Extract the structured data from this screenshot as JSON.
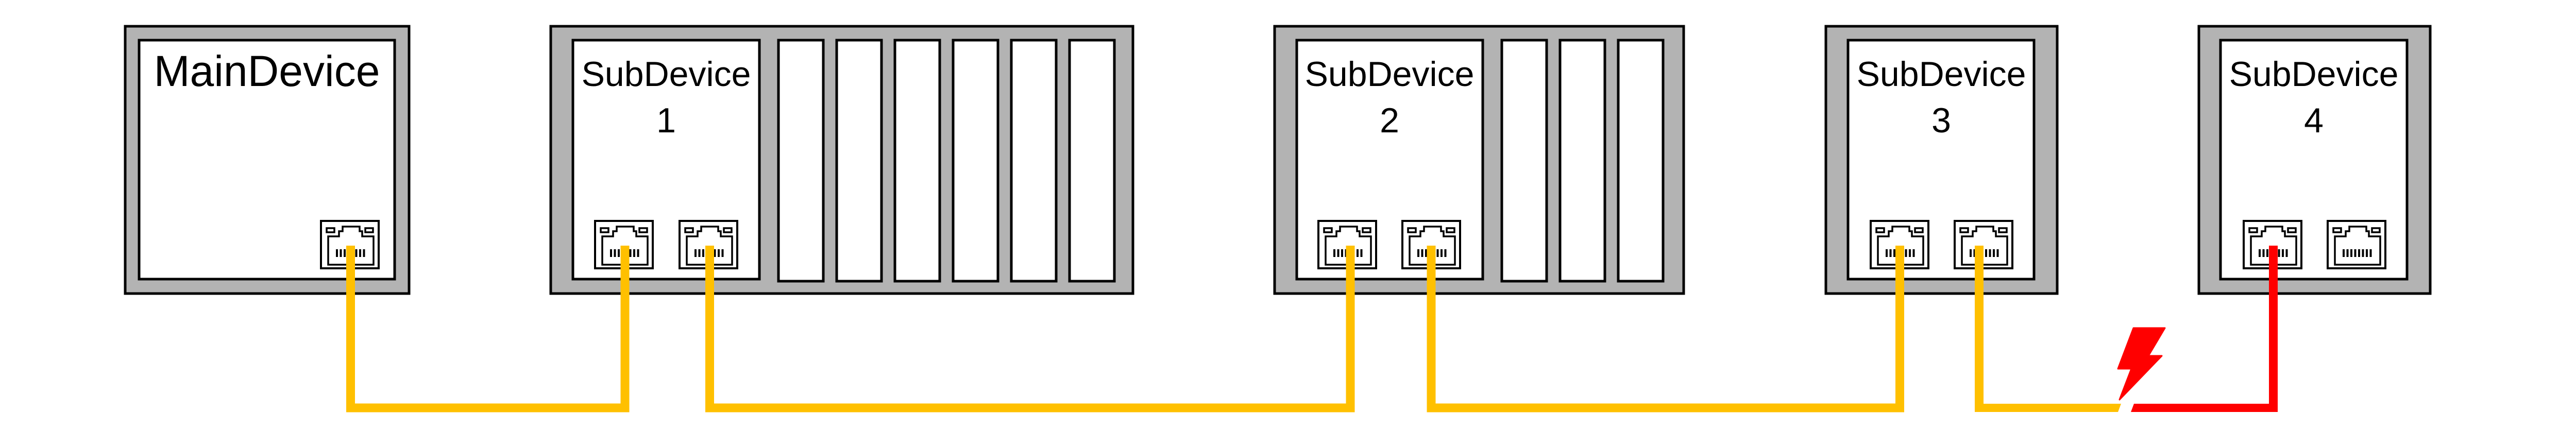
{
  "diagram": {
    "title": "",
    "colors": {
      "housing": "#b3b3b3",
      "outline": "#000000",
      "cable_ok": "#ffc000",
      "cable_fault": "#ff0000",
      "fault_icon": "#ff0000"
    },
    "devices": [
      {
        "id": "main",
        "label_line1": "MainDevice",
        "label_line2": "",
        "ports": 1,
        "expansion_slots": 0
      },
      {
        "id": "sub1",
        "label_line1": "SubDevice",
        "label_line2": "1",
        "ports": 2,
        "expansion_slots": 6
      },
      {
        "id": "sub2",
        "label_line1": "SubDevice",
        "label_line2": "2",
        "ports": 2,
        "expansion_slots": 3
      },
      {
        "id": "sub3",
        "label_line1": "SubDevice",
        "label_line2": "3",
        "ports": 2,
        "expansion_slots": 0
      },
      {
        "id": "sub4",
        "label_line1": "SubDevice",
        "label_line2": "4",
        "ports": 2,
        "expansion_slots": 0
      }
    ],
    "connections": [
      {
        "from": "MainDevice port 1",
        "to": "SubDevice 1 port 1",
        "status": "ok"
      },
      {
        "from": "SubDevice 1 port 2",
        "to": "SubDevice 2 port 1",
        "status": "ok"
      },
      {
        "from": "SubDevice 2 port 2",
        "to": "SubDevice 3 port 1",
        "status": "ok"
      },
      {
        "from": "SubDevice 3 port 2",
        "to": "SubDevice 4 port 1",
        "status": "broken"
      }
    ],
    "fault_icon": "lightning-bolt-icon",
    "port_icon": "ethernet-rj45-port-icon"
  }
}
